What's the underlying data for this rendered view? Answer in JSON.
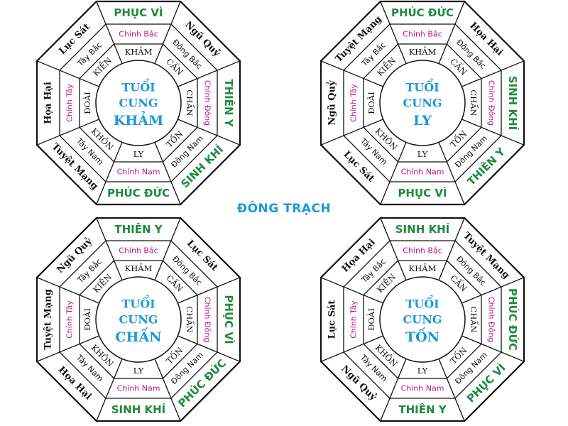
{
  "title": "ĐÔNG TRẠCH",
  "colors": {
    "green": "#1e8a3a",
    "magenta": "#c0177a",
    "blue": "#1a9ad7",
    "black": "#111111"
  },
  "directions": [
    "Chính Bắc",
    "Đông Bắc",
    "Chính Đông",
    "Đông Nam",
    "Chính Nam",
    "Tây Nam",
    "Chính Tây",
    "Tây Bắc"
  ],
  "trigrams": [
    "KHẢM",
    "CẤN",
    "CHẤN",
    "TỐN",
    "LY",
    "KHÔN",
    "ĐOÀI",
    "KIỀN"
  ],
  "diagrams": [
    {
      "center": [
        "TUỔI",
        "CUNG",
        "KHẢM"
      ],
      "outer": [
        "PHỤC VÌ",
        "Ngũ Quỷ",
        "THIÊN Y",
        "SINH KHÍ",
        "PHÚC ĐỨC",
        "Tuyệt Mạng",
        "Họa Hại",
        "Lục Sát"
      ]
    },
    {
      "center": [
        "TUỔI",
        "CUNG",
        "LY"
      ],
      "outer": [
        "PHÚC ĐỨC",
        "Họa Hại",
        "SINH KHÍ",
        "THIÊN Y",
        "PHỤC VÌ",
        "Lục Sát",
        "Ngũ Quỷ",
        "Tuyệt Mạng"
      ]
    },
    {
      "center": [
        "TUỔI",
        "CUNG",
        "CHẤN"
      ],
      "outer": [
        "THIÊN Y",
        "Lục Sát",
        "PHỤC VÌ",
        "PHÚC ĐỨC",
        "SINH KHÍ",
        "Họa Hại",
        "Tuyệt Mạng",
        "Ngũ Quỷ"
      ]
    },
    {
      "center": [
        "TUỔI",
        "CUNG",
        "TỐN"
      ],
      "outer": [
        "SINH KHÍ",
        "Tuyệt Mạng",
        "PHÚC ĐỨC",
        "PHỤC VÌ",
        "THIÊN Y",
        "Ngũ Quỷ",
        "Lục Sát",
        "Họa Hại"
      ]
    }
  ]
}
